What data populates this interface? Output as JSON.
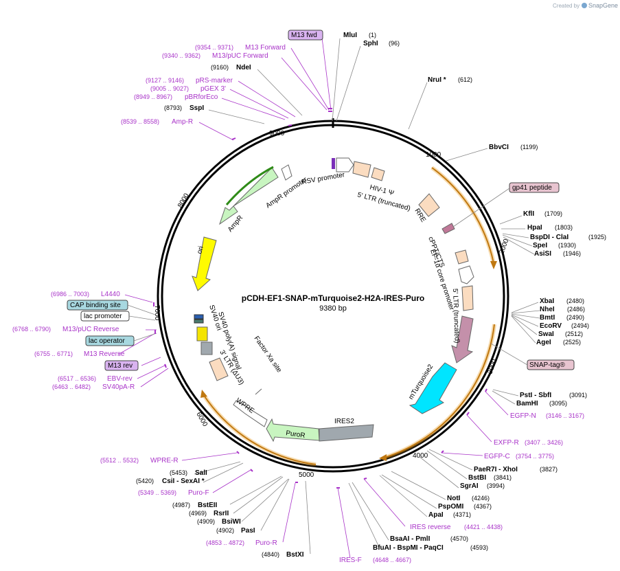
{
  "header": {
    "created_by": "Created by",
    "brand": "SnapGene"
  },
  "plasmid": {
    "name": "pCDH-EF1-SNAP-mTurquoise2-H2A-IRES-Puro",
    "size": "9380 bp"
  },
  "ticks": [
    "1000",
    "2000",
    "3000",
    "4000",
    "5000",
    "6000",
    "7000",
    "8000",
    "9000"
  ],
  "enzymes_top": [
    {
      "name": "MluI",
      "pos": "(1)"
    },
    {
      "name": "SphI",
      "pos": "(96)"
    },
    {
      "name": "NruI *",
      "pos": "(612)"
    },
    {
      "name": "NdeI",
      "pos": "(9160)"
    },
    {
      "name": "SspI",
      "pos": "(8793)"
    }
  ],
  "enzymes_right": [
    {
      "name": "BbvCI",
      "pos": "(1199)"
    },
    {
      "name": "KflI",
      "pos": "(1709)"
    },
    {
      "name": "HpaI",
      "pos": "(1803)"
    },
    {
      "name": "BspDI  -  ClaI",
      "pos": "(1925)"
    },
    {
      "name": "SpeI",
      "pos": "(1930)"
    },
    {
      "name": "AsiSI",
      "pos": "(1946)"
    },
    {
      "name": "XbaI",
      "pos": "(2480)"
    },
    {
      "name": "NheI",
      "pos": "(2486)"
    },
    {
      "name": "BmtI",
      "pos": "(2490)"
    },
    {
      "name": "EcoRV",
      "pos": "(2494)"
    },
    {
      "name": "SwaI",
      "pos": "(2512)"
    },
    {
      "name": "AgeI",
      "pos": "(2525)"
    },
    {
      "name": "PstI  -  SbfI",
      "pos": "(3091)"
    },
    {
      "name": "BamHI",
      "pos": "(3095)"
    },
    {
      "name": "PaeR7I  -  XhoI",
      "pos": "(3827)"
    },
    {
      "name": "BstBI",
      "pos": "(3841)"
    },
    {
      "name": "SgrAI",
      "pos": "(3994)"
    },
    {
      "name": "NotI",
      "pos": "(4246)"
    },
    {
      "name": "PspOMI",
      "pos": "(4367)"
    },
    {
      "name": "ApaI",
      "pos": "(4371)"
    },
    {
      "name": "BsaAI  -  PmlI",
      "pos": "(4570)"
    },
    {
      "name": "BfuAI  -  BspMI  -  PaqCI",
      "pos": "(4593)"
    }
  ],
  "enzymes_left": [
    {
      "name": "SalI",
      "pos": "(5453)"
    },
    {
      "name": "CsiI  -  SexAI *",
      "pos": "(5420)"
    },
    {
      "name": "BstEII",
      "pos": "(4987)"
    },
    {
      "name": "RsrII",
      "pos": "(4969)"
    },
    {
      "name": "BsiWI",
      "pos": "(4909)"
    },
    {
      "name": "PasI",
      "pos": "(4902)"
    },
    {
      "name": "BstXI",
      "pos": "(4840)"
    }
  ],
  "primers_top": [
    {
      "name": "M13 Forward",
      "pos": "(9354 .. 9371)"
    },
    {
      "name": "M13/pUC Forward",
      "pos": "(9340 .. 9362)"
    },
    {
      "name": "pRS-marker",
      "pos": "(9127 .. 9146)"
    },
    {
      "name": "pGEX 3'",
      "pos": "(9005 .. 9027)"
    },
    {
      "name": "pBRforEco",
      "pos": "(8949 .. 8967)"
    },
    {
      "name": "Amp-R",
      "pos": "(8539 .. 8558)"
    }
  ],
  "primers_left": [
    {
      "name": "L4440",
      "pos": "(6986 .. 7003)"
    },
    {
      "name": "M13/pUC Reverse",
      "pos": "(6768 .. 6790)"
    },
    {
      "name": "M13 Reverse",
      "pos": "(6755 .. 6771)"
    },
    {
      "name": "EBV-rev",
      "pos": "(6517 .. 6536)"
    },
    {
      "name": "SV40pA-R",
      "pos": "(6463 .. 6482)"
    },
    {
      "name": "WPRE-R",
      "pos": "(5512 .. 5532)"
    },
    {
      "name": "Puro-F",
      "pos": "(5349 .. 5369)"
    },
    {
      "name": "Puro-R",
      "pos": "(4853 .. 4872)"
    }
  ],
  "primers_right": [
    {
      "name": "EGFP-N",
      "pos": "(3146 .. 3167)"
    },
    {
      "name": "EXFP-R",
      "pos": "(3407 .. 3426)"
    },
    {
      "name": "EGFP-C",
      "pos": "(3754 .. 3775)"
    },
    {
      "name": "IRES reverse",
      "pos": "(4421 .. 4438)"
    },
    {
      "name": "IRES-F",
      "pos": "(4648 .. 4667)"
    }
  ],
  "boxed_labels": {
    "m13_fwd": "M13 fwd",
    "m13_rev": "M13 rev",
    "gp41": "gp41 peptide",
    "snap_tag": "SNAP-tag®",
    "cap_binding_site": "CAP binding site",
    "lac_promoter": "lac promoter",
    "lac_operator": "lac operator"
  },
  "features": {
    "rsv_promoter": "RSV promoter",
    "hiv_psi": "HIV-1 Ψ",
    "ltr5_trunc": "5' LTR (truncated)",
    "rre": "RRE",
    "cppt": "cPPT/CTS",
    "ef1a": "EF-1α core promoter",
    "ltr5_trunc2": "5' LTR (truncated)",
    "mturquoise": "mTurquoise2",
    "ires2": "IRES2",
    "puror": "PuroR",
    "wpre": "WPRE",
    "ltr3": "3' LTR (ΔU3)",
    "factor_xa": "Factor Xa site",
    "sv40pa": "SV40 poly(A) signal",
    "sv40ori": "SV40 ori",
    "ori": "ori",
    "ampr": "AmpR",
    "ampr_promoter": "AmpR promoter"
  },
  "colors": {
    "primer": "#a832c8",
    "primer_box": "#d9b3f0",
    "cap_box": "#a8d8e0",
    "tag_box": "#e8c4d0",
    "orange_arc": "#e89a1c",
    "backbone": "#000000"
  }
}
